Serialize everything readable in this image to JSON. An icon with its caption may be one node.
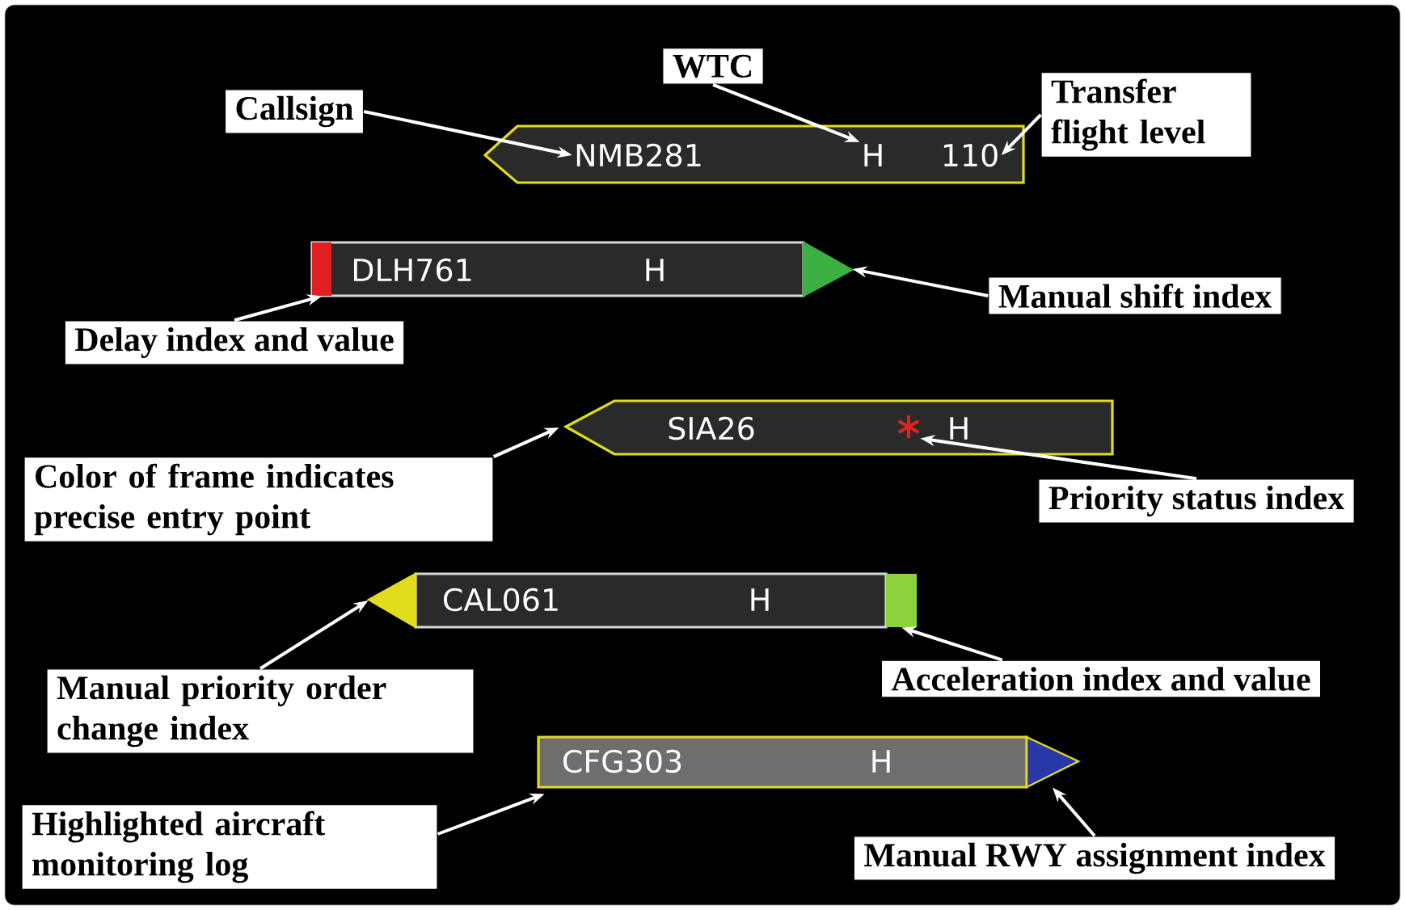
{
  "diagram": {
    "nodes": [
      {
        "text": [
          "NMB281",
          "H",
          "110"
        ]
      },
      {
        "text": [
          "DLH761",
          "H"
        ]
      },
      {
        "text": [],
        "shape": "bar",
        "in": 1
      },
      {
        "text": [],
        "shape": "triangle"
      },
      {
        "text": [
          "SIA26",
          "H"
        ]
      },
      {
        "text": [],
        "shape": "star",
        "in": 4
      },
      {
        "text": [
          "CAL061",
          "H"
        ]
      },
      {
        "text": [],
        "shape": "triangle"
      },
      {
        "text": [],
        "shape": "bar"
      },
      {
        "text": [
          "CFG303",
          "H"
        ]
      },
      {
        "text": [],
        "shape": "triangle"
      },
      {
        "text": [
          "Callsign"
        ]
      },
      {
        "text": [
          "WTC"
        ]
      },
      {
        "text": [
          "Transfer flight level"
        ]
      },
      {
        "text": [
          "Manual shift index"
        ]
      },
      {
        "text": [
          "Delay index and value"
        ]
      },
      {
        "text": [
          "Color of frame indicates precise entry point"
        ]
      },
      {
        "text": [
          "Priority status index"
        ]
      },
      {
        "text": [
          "Manual priority order change index"
        ]
      },
      {
        "text": [
          "Acceleration index and value"
        ]
      },
      {
        "text": [
          "Highlighted aircraft monitoring log"
        ]
      },
      {
        "text": [
          "Manual RWY assignment index"
        ]
      }
    ],
    "edges": [
      {
        "from": 11,
        "to": 0,
        "arrow": "to"
      },
      {
        "from": 12,
        "to": 0,
        "arrow": "to"
      },
      {
        "from": 13,
        "to": 0,
        "arrow": "to"
      },
      {
        "from": 14,
        "to": 3,
        "arrow": "to"
      },
      {
        "from": 15,
        "to": 2,
        "arrow": "to"
      },
      {
        "from": 16,
        "to": 4,
        "arrow": "to"
      },
      {
        "from": 17,
        "to": 5,
        "arrow": "to"
      },
      {
        "from": 18,
        "to": 7,
        "arrow": "to"
      },
      {
        "from": 19,
        "to": 8,
        "arrow": "to"
      },
      {
        "from": 20,
        "to": 9,
        "arrow": "to"
      },
      {
        "from": 21,
        "to": 10,
        "arrow": "to"
      }
    ]
  }
}
